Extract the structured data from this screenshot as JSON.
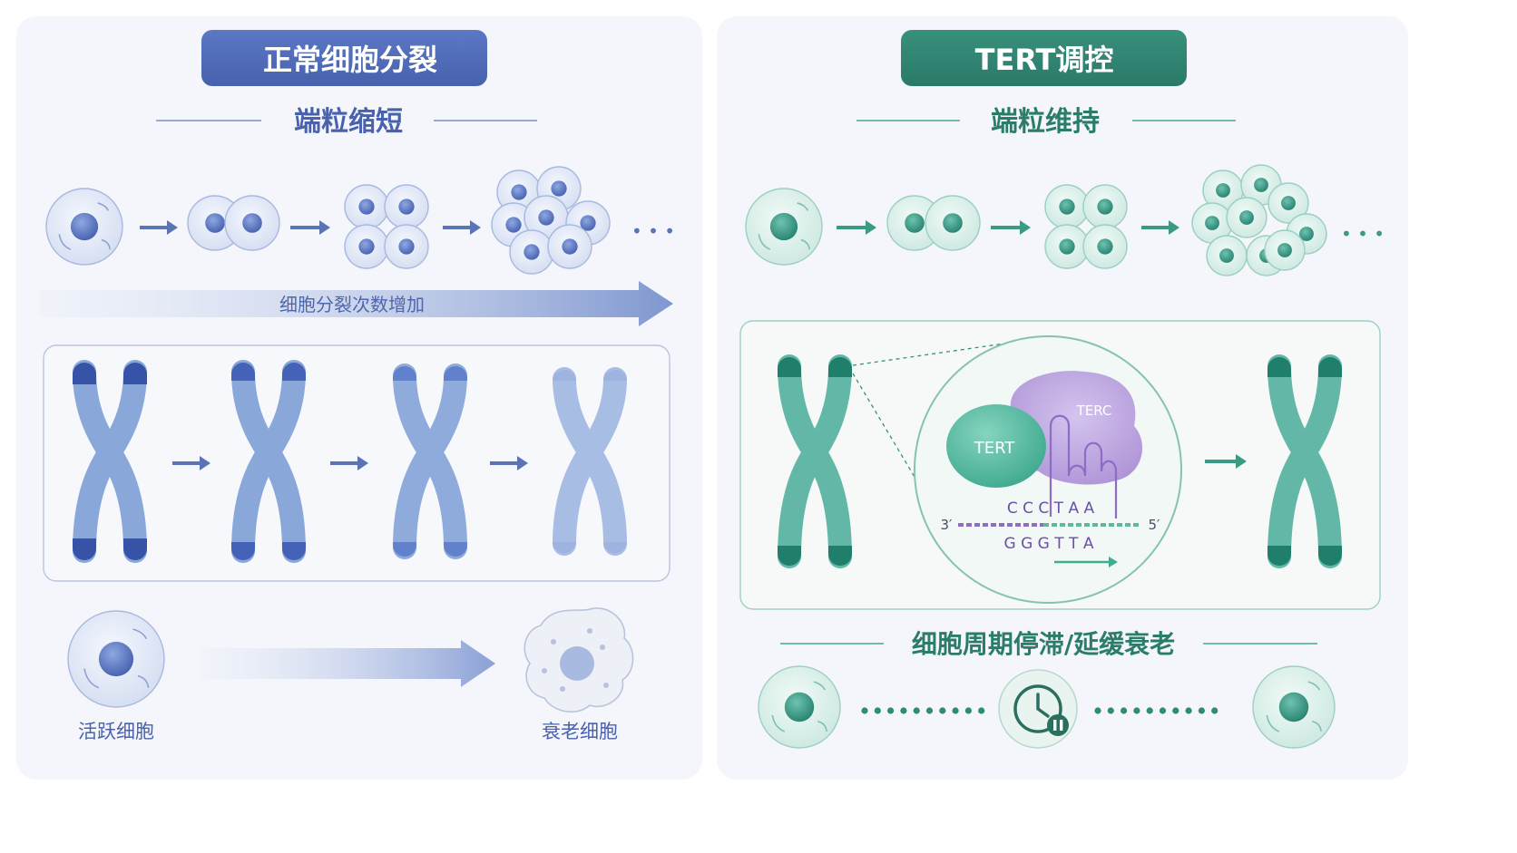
{
  "left": {
    "header": "正常细胞分裂",
    "subheader": "端粒缩短",
    "division_label": "细胞分裂次数增加",
    "active_cell_label": "活跃细胞",
    "senescent_cell_label": "衰老细胞",
    "ellipsis": "• • •"
  },
  "right": {
    "header": "TERT调控",
    "subheader": "端粒维持",
    "ellipsis": "• • •",
    "tert_label": "TERT",
    "terc_label": "TERC",
    "rna_seq": "C C C T A A",
    "dna_seq": "G G G T T A",
    "end_3": "3′",
    "end_5": "5′",
    "outcome_label": "细胞周期停滞/延缓衰老"
  },
  "colors": {
    "left_accent": "#5b74b6",
    "left_light": "#9fb3de",
    "right_accent": "#2f8a78",
    "right_light": "#7ec8b8",
    "terc_purple": "#b49ad8"
  }
}
